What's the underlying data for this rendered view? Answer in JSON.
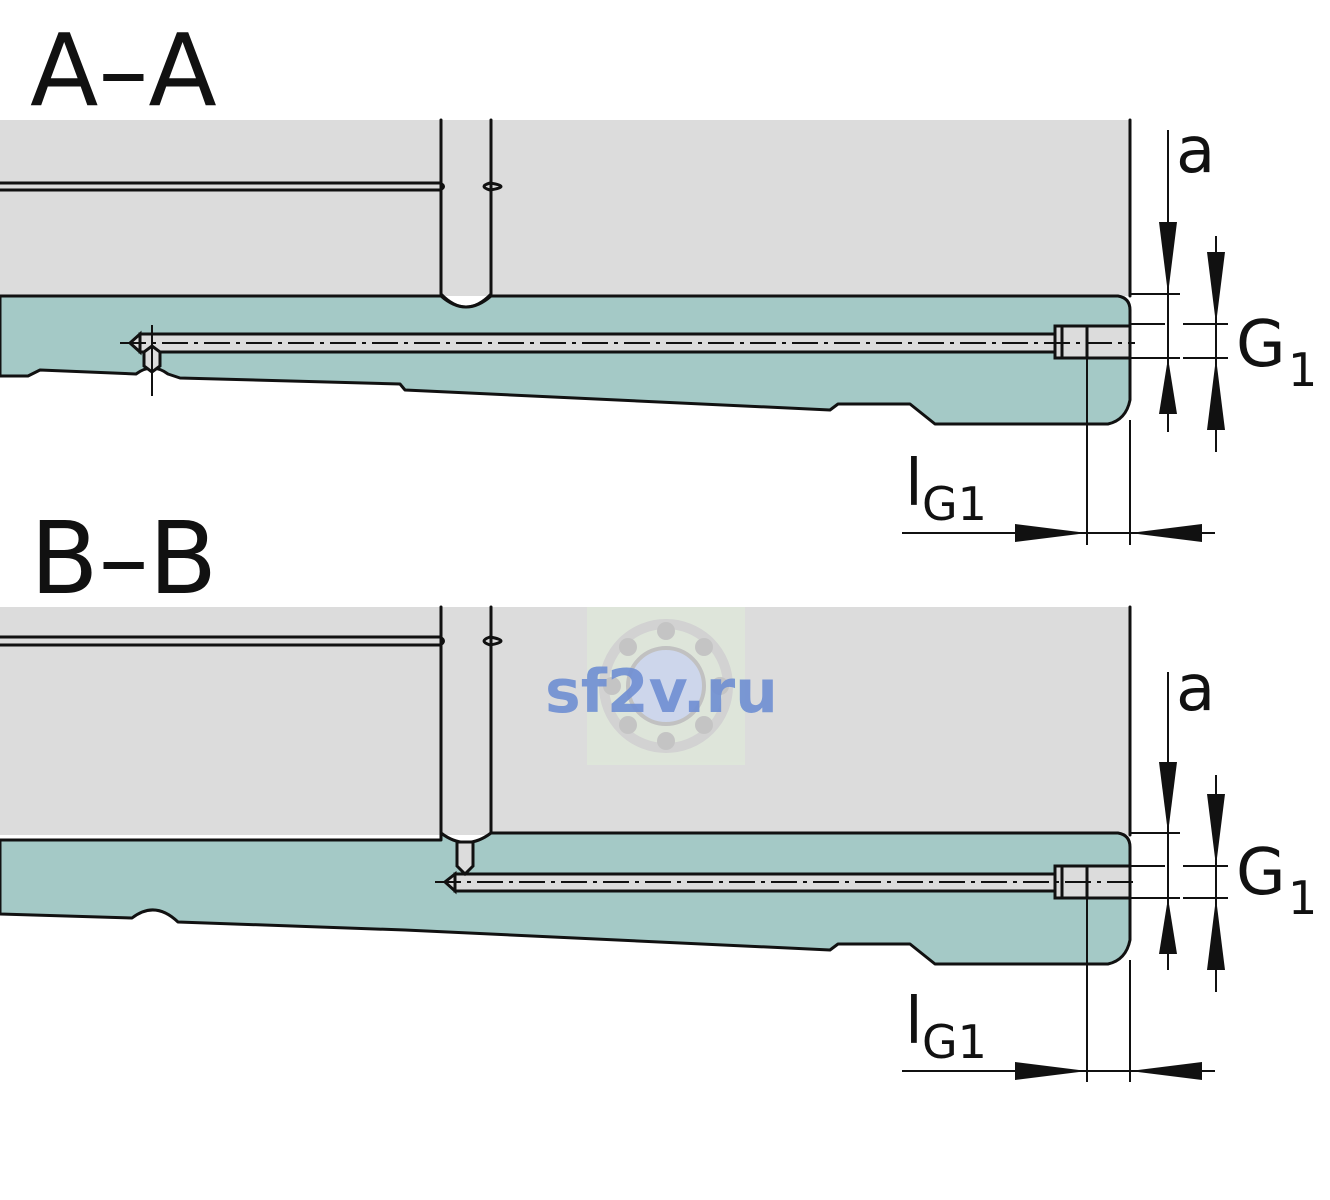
{
  "sections": [
    {
      "title": "A–A",
      "dim_a": "a",
      "dim_g": "G",
      "dim_g_sub": "1",
      "dim_l": "l",
      "dim_l_sub": "G1"
    },
    {
      "title": "B–B",
      "dim_a": "a",
      "dim_g": "G",
      "dim_g_sub": "1",
      "dim_l": "l",
      "dim_l_sub": "G1"
    }
  ],
  "watermark": "sf2v.ru",
  "colors": {
    "body_gray": "#dcdcdc",
    "section_teal": "#a4c9c6",
    "lines": "#111111",
    "watermark": "#6f8fd3"
  }
}
